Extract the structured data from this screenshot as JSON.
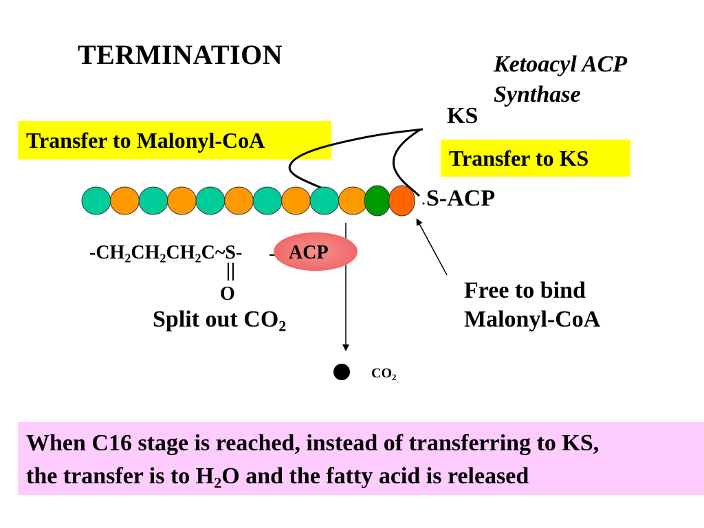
{
  "slide": {
    "title": "TERMINATION",
    "enzyme_line1": "Ketoacyl ACP",
    "enzyme_line2": "Synthase",
    "ks_label": "KS",
    "transfer_malonyl": "Transfer to Malonyl-CoA",
    "transfer_ks": "Transfer to KS",
    "s_acp": "S-ACP",
    "free_line1": "Free to bind",
    "free_line2": "Malonyl-CoA",
    "formula": {
      "p1": "-CH",
      "s1": "2",
      "p2": "CH",
      "s2": "2",
      "p3": "CH",
      "s3": "2",
      "p4": "C~S-"
    },
    "acp_label": "ACP",
    "oxygen": "O",
    "split_text": "Split out CO",
    "split_sub": "2",
    "co2_text": "CO",
    "co2_sub": "2",
    "note_line1": "When C16 stage is reached, instead of transferring to KS,",
    "note_line2_a": "the transfer is to H",
    "note_line2_sub": "2",
    "note_line2_b": "O and the fatty acid is released"
  },
  "chain": {
    "colors": [
      "#00cc99",
      "#ff9900",
      "#00cc99",
      "#ff9900",
      "#00cc99",
      "#ff9900",
      "#00cc99",
      "#ff9900",
      "#00cc99",
      "#ff9900",
      "#009900",
      "#ff6600"
    ]
  },
  "colors": {
    "highlight_yellow": "#ffff00",
    "note_pink": "#ffccff",
    "acp_red": "#f06a6a"
  }
}
